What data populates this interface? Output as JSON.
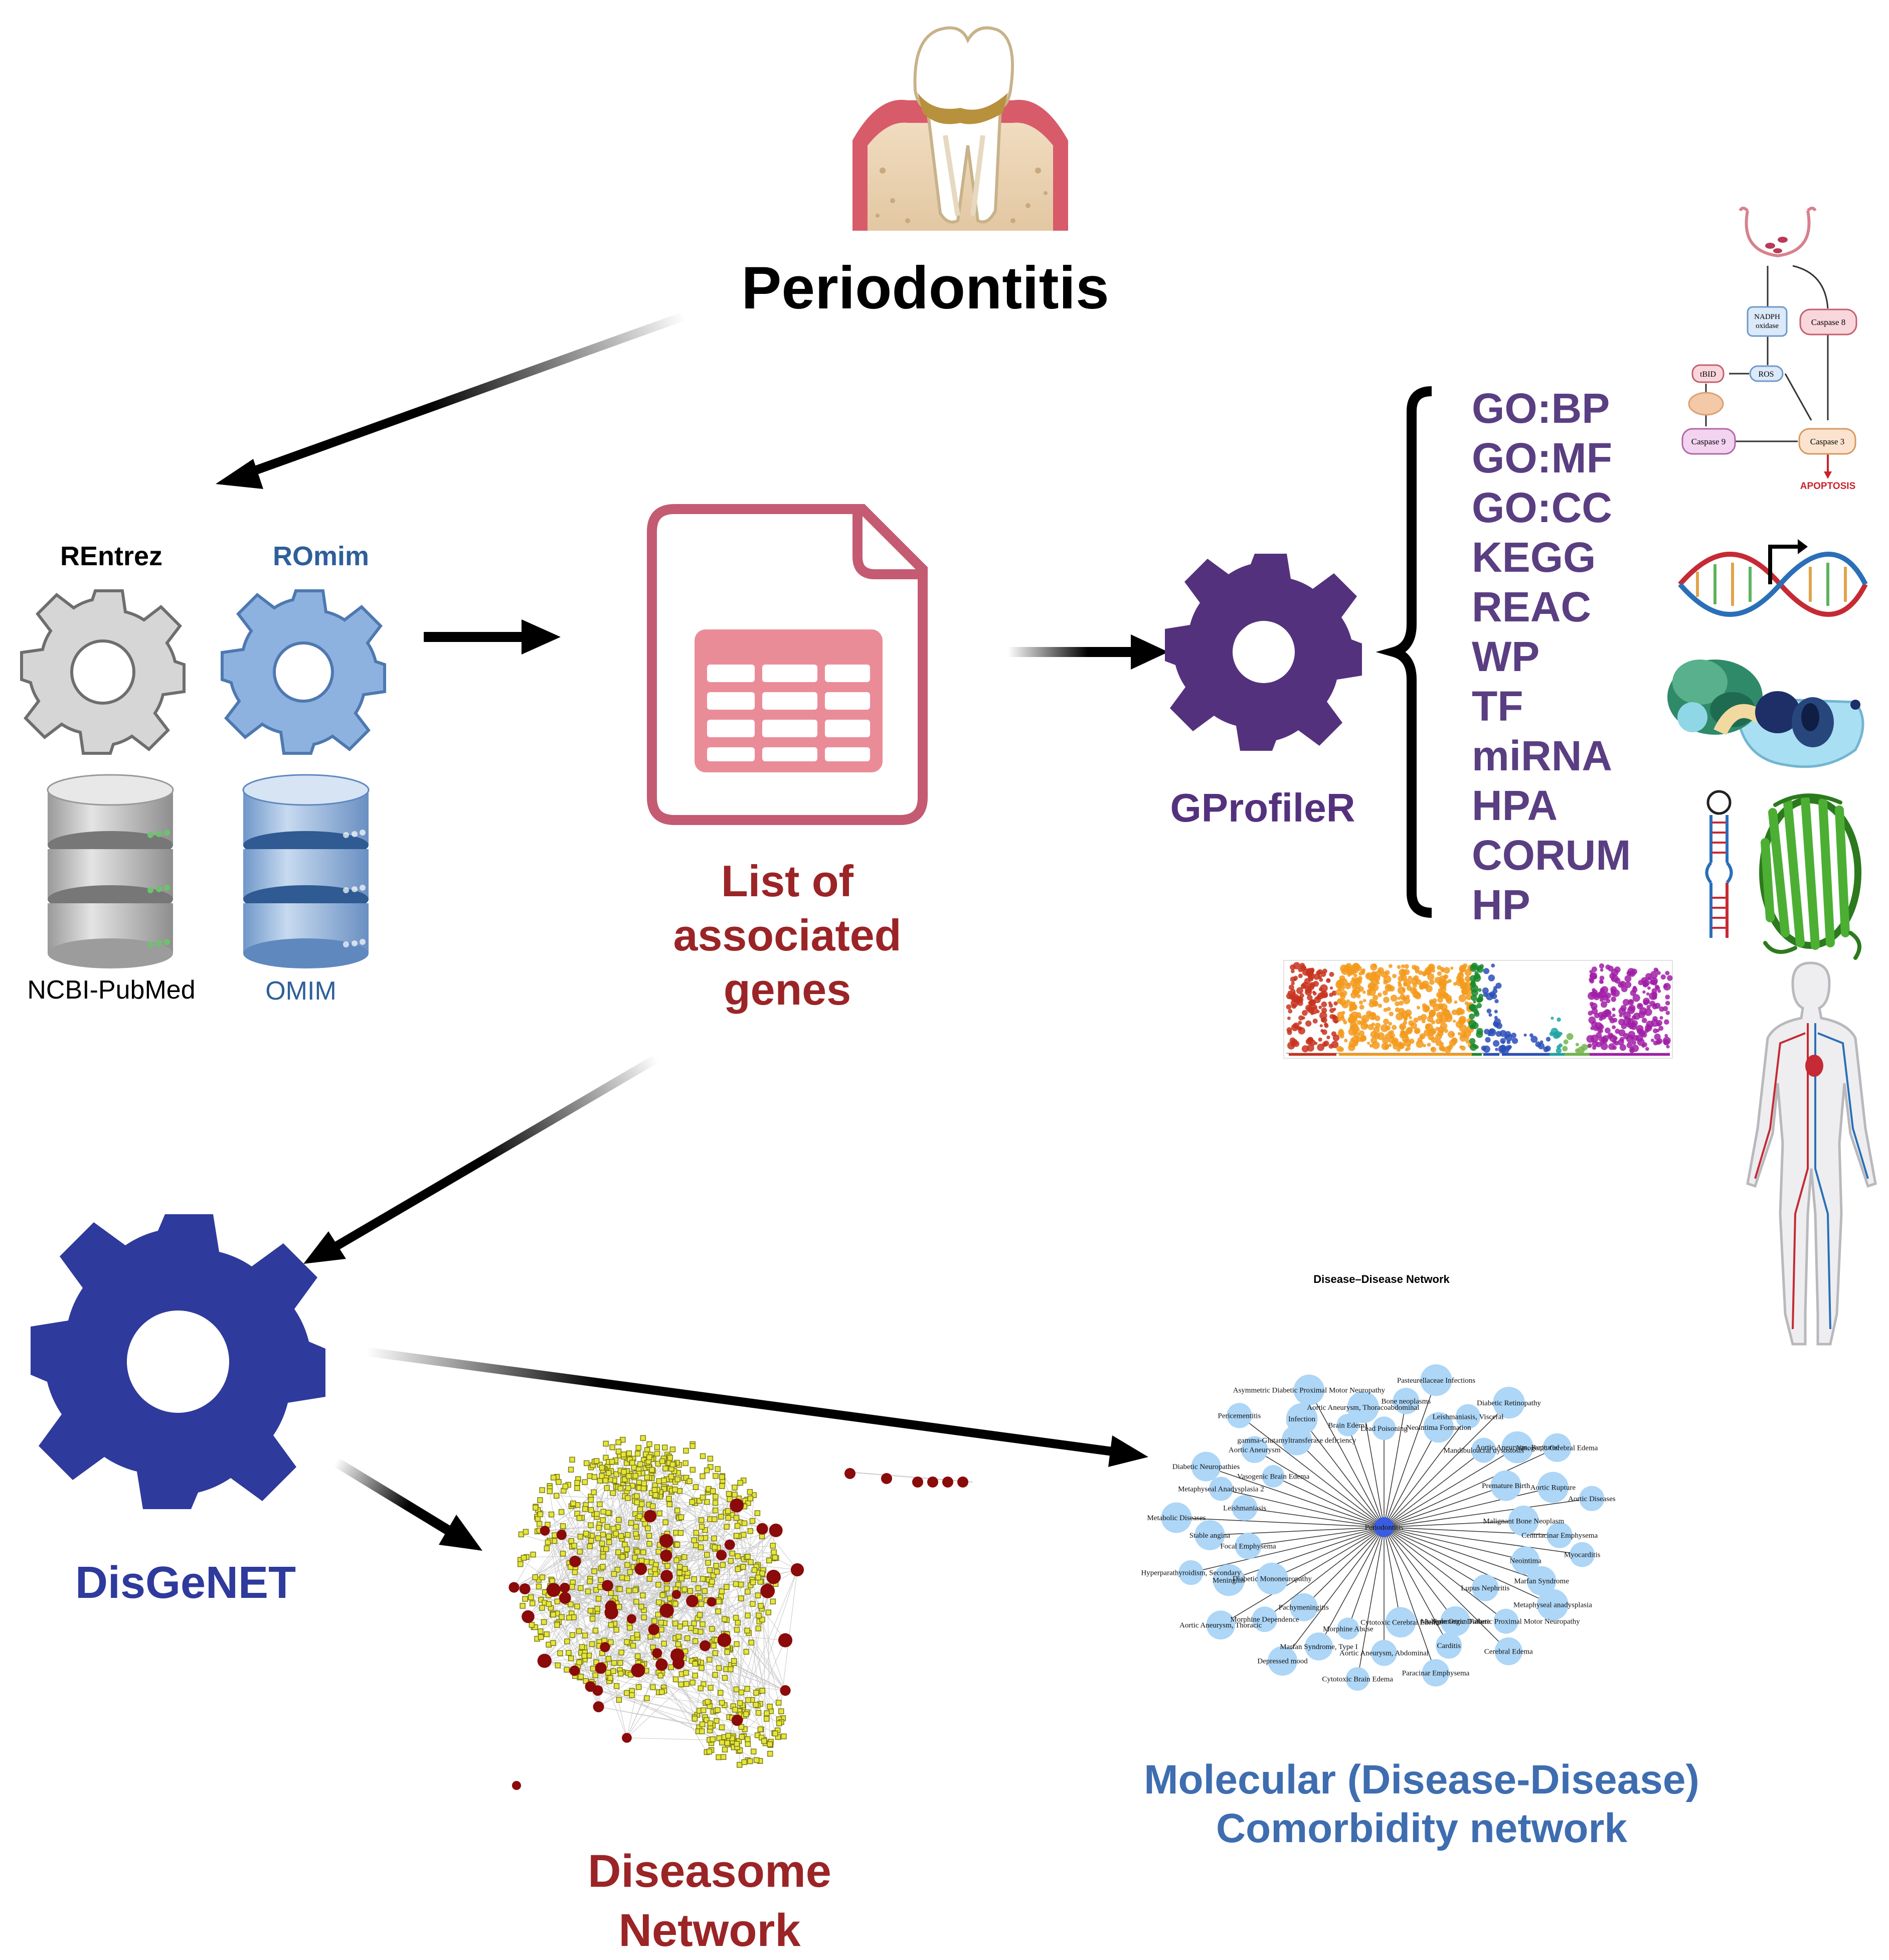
{
  "title": "Periodontitis",
  "sources": {
    "rentrez": {
      "tool": "REntrez",
      "database": "NCBI-PubMed"
    },
    "romim": {
      "tool": "ROmim",
      "database": "OMIM"
    }
  },
  "gene_list": {
    "label": "List of associated genes"
  },
  "gprofiler": {
    "label": "GProfileR",
    "categories": [
      "GO:BP",
      "GO:MF",
      "GO:CC",
      "KEGG",
      "REAC",
      "WP",
      "TF",
      "miRNA",
      "HPA",
      "CORUM",
      "HP"
    ]
  },
  "pathway": {
    "nodes": [
      "NADPH oxidase",
      "Caspase 8",
      "tBID",
      "ROS",
      "Caspase 9",
      "Caspase 3"
    ],
    "outcome": "APOPTOSIS"
  },
  "disgenet": {
    "label": "DisGeNET"
  },
  "diseasome": {
    "label": "Diseasome Network"
  },
  "comorbidity": {
    "label": "Molecular (Disease-Disease) Comorbidity network",
    "plot_title": "Disease–Disease Network",
    "hub": "Periodontitis",
    "diseases": [
      "Lead Poisoning",
      "Bone neoplasms",
      "Pasteurellaceae Infections",
      "Neointima Formation",
      "Leishmaniasis, Visceral",
      "Diabetic Retinopathy",
      "Mandibuloacral dysostosis",
      "Aortic Aneurysm, Ruptured",
      "Vasogenic Cerebral Edema",
      "Premature Birth",
      "Aortic Rupture",
      "Aortic Diseases",
      "Malignant Bone Neoplasm",
      "Centriacinar Emphysema",
      "Myocarditis",
      "Neointima",
      "Marfan Syndrome",
      "Metaphyseal anadysplasia",
      "Lupus Nephritis",
      "Symmetric Diabetic Proximal Motor Neuropathy",
      "Cerebral Edema",
      "Multiple Organ Failure",
      "Carditis",
      "Paracinar Emphysema",
      "Cytotoxic Cerebral Edema",
      "Aortic Aneurysm, Abdominal",
      "Cytotoxic Brain Edema",
      "Morphine Abuse",
      "Marfan Syndrome, Type I",
      "Depressed mood",
      "Pachymeningitis",
      "Morphine Dependence",
      "Aortic Aneurysm, Thoracic",
      "Diabetic Mononeuropathy",
      "Meningitis",
      "Hyperparathyroidism, Secondary",
      "Focal Emphysema",
      "Stable angina",
      "Metabolic Diseases",
      "Leishmaniasis",
      "Metaphyseal Anadysplasia 2",
      "Diabetic Neuropathies",
      "Vasogenic Brain Edema",
      "Aortic Aneurysm",
      "Pericementitis",
      "gamma-Glutamyltransferase deficiency",
      "Infection",
      "Asymmetric Diabetic Proximal Motor Neuropathy",
      "Brain Edema",
      "Aortic Aneurysm, Thoracoabdominal"
    ]
  },
  "colors": {
    "black": "#000000",
    "purple": "#5a3e82",
    "red": "#9b2427",
    "navy": "#2e3a9c",
    "blue_text": "#3e6db0",
    "light_blue_node": "#add6f7",
    "pink_doc": "#c45b72",
    "yellow_node": "#e6e63a",
    "dark_red_node": "#8b0a0a"
  },
  "icons": [
    "tooth-icon",
    "gear-icon",
    "database-icon",
    "spreadsheet-icon",
    "dna-icon",
    "protein-complex-icon",
    "rna-hairpin-icon",
    "beta-barrel-icon",
    "human-body-icon",
    "manhattan-plot-icon",
    "network-icon"
  ]
}
